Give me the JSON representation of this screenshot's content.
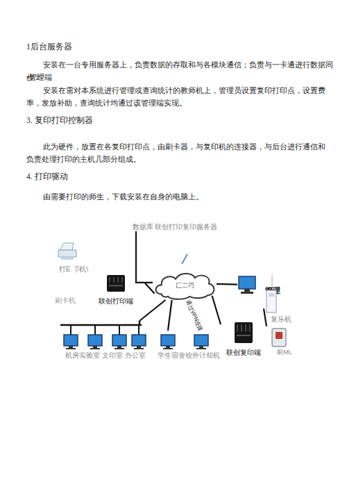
{
  "diagram": {
    "nodes": [
      {
        "text": [
          "数据库 联创打印复印服务器"
        ]
      },
      {
        "text": [
          "打E 卩机\\"
        ]
      },
      {
        "text": [
          "匚二巧"
        ]
      },
      {
        "text": [
          "管理"
        ]
      },
      {
        "text": [
          "刷卡机"
        ]
      },
      {
        "text": [
          "联创打印端"
        ]
      },
      {
        "text": [
          "复乐机"
        ]
      },
      {
        "text": [
          "机房实验室 文印室 办公室"
        ]
      },
      {
        "text": [
          "学生宿舍校外计却机"
        ]
      },
      {
        "text": [
          "联创复印端"
        ]
      },
      {
        "text": [
          "刷ML"
        ]
      }
    ],
    "edges": [
      {
        "from": 0,
        "to": 2,
        "arrow": "none"
      },
      {
        "from": 2,
        "to": 5,
        "arrow": "none"
      },
      {
        "from": 2,
        "to": 3,
        "arrow": "none"
      },
      {
        "from": 2,
        "to": 9,
        "arrow": "none"
      },
      {
        "from": 2,
        "to": 7,
        "arrow": "none"
      },
      {
        "from": 2,
        "to": 8,
        "arrow": "none"
      },
      {
        "from": 2,
        "to": 8,
        "label": "通过VPN连接",
        "arrow": "none"
      },
      {
        "from": 9,
        "to": 6,
        "arrow": "none"
      }
    ],
    "labels": [
      "1后台服务器",
      "安装在一台专用服务器上，负责数据的存取和与各模块通信；负责与一卡通进行数据同步 2",
      "•管理端",
      "安装在需对本系统进行管理或查询统计的教师机上，管理员设置复印打印点，设置费率，发放补助，查询统计均通过该管理端实现。",
      "3. 复印打印控制器",
      "此为硬件，放置在各复印打印点，由刷卡器，与复印机的连接器，与后台进行通信和负责处理打印的主机几部分组成。",
      "4. 打印驱动",
      "由需要打印的师生，下载安装在自身的电脑上。"
    ]
  }
}
